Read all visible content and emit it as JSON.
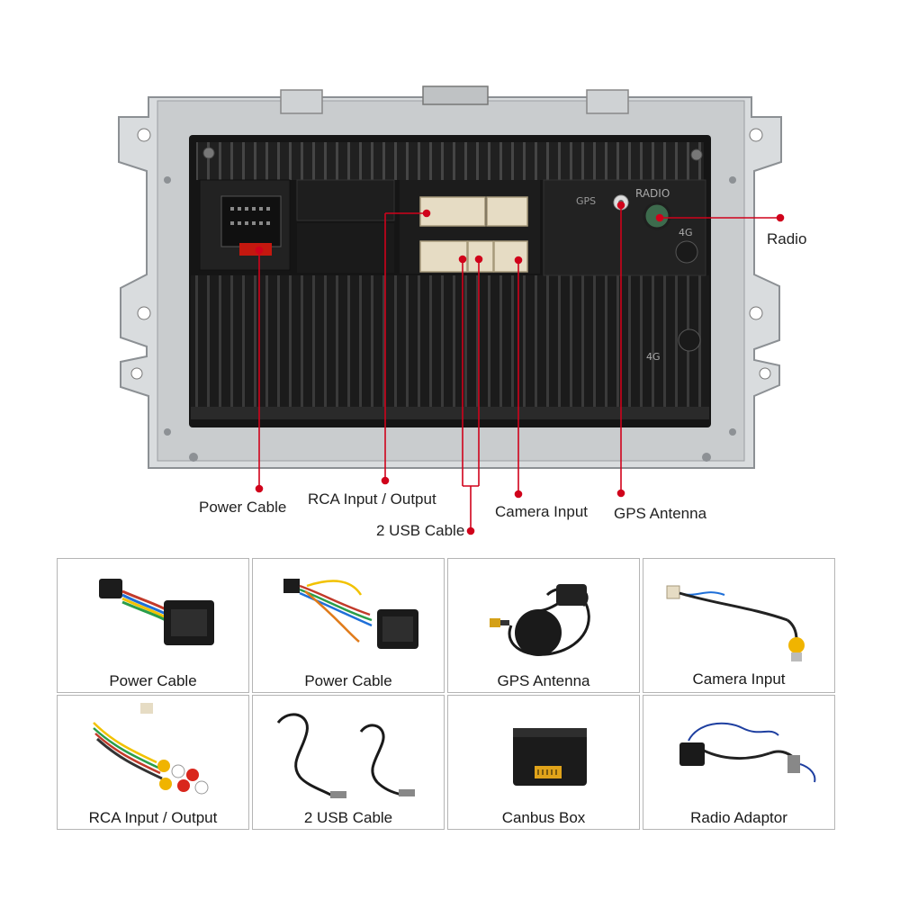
{
  "device": {
    "port_text": {
      "gps": "GPS",
      "radio": "RADIO",
      "fourg_top": "4G",
      "fourg_bottom": "4G"
    },
    "callouts": {
      "radio": "Radio",
      "power_cable": "Power Cable",
      "rca": "RCA Input / Output",
      "usb": "2 USB Cable",
      "camera": "Camera Input",
      "gps": "GPS Antenna"
    },
    "accent_color": "#d0021b"
  },
  "accessories": [
    {
      "label": "Power Cable",
      "icon": "iso-harness-icon"
    },
    {
      "label": "Power Cable",
      "icon": "wiring-harness-icon"
    },
    {
      "label": "GPS Antenna",
      "icon": "gps-antenna-icon"
    },
    {
      "label": "Camera Input",
      "icon": "rca-camera-cable-icon"
    },
    {
      "label": "RCA Input / Output",
      "icon": "rca-cable-bundle-icon"
    },
    {
      "label": "2 USB Cable",
      "icon": "usb-cable-icon"
    },
    {
      "label": "Canbus Box",
      "icon": "canbus-box-icon"
    },
    {
      "label": "Radio Adaptor",
      "icon": "radio-adaptor-icon"
    }
  ]
}
